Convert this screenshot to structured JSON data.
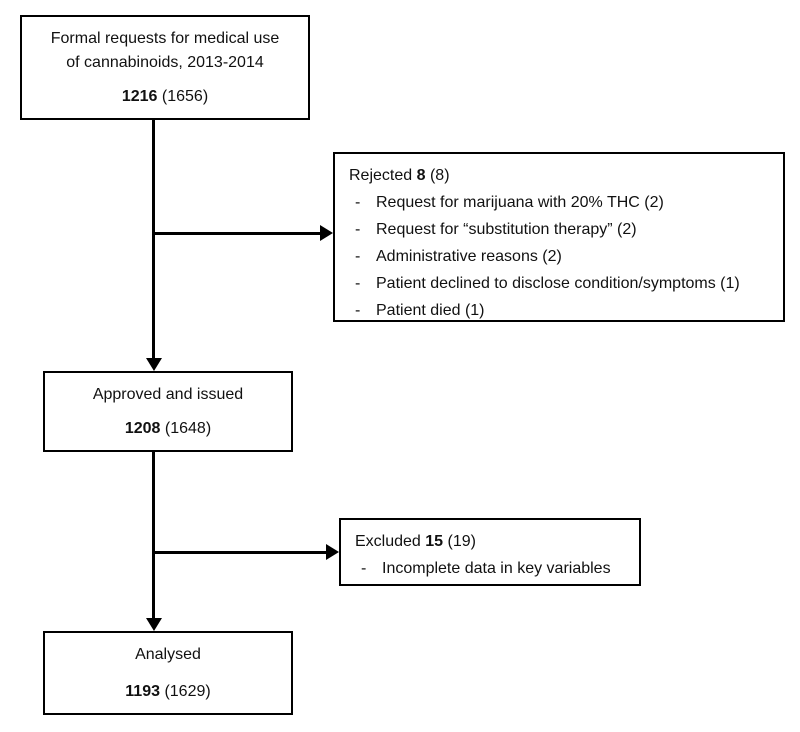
{
  "bullet_char": "-",
  "boxes": {
    "requests": {
      "line1": "Formal requests for medical use",
      "line2": "of cannabinoids, 2013-2014",
      "count": "1216",
      "count_total": "(1656)"
    },
    "rejected": {
      "title": "Rejected",
      "count": "8",
      "count_total": "(8)",
      "items": [
        "Request for marijuana with 20% THC (2)",
        "Request for “substitution therapy” (2)",
        "Administrative reasons (2)",
        "Patient declined to disclose condition/symptoms (1)",
        "Patient died (1)"
      ]
    },
    "approved": {
      "label": "Approved and issued",
      "count": "1208",
      "count_total": "(1648)"
    },
    "excluded": {
      "title": "Excluded",
      "count": "15",
      "count_total": "(19)",
      "items": [
        "Incomplete data in key variables"
      ]
    },
    "analysed": {
      "label": "Analysed",
      "count": "1193",
      "count_total": "(1629)"
    }
  }
}
